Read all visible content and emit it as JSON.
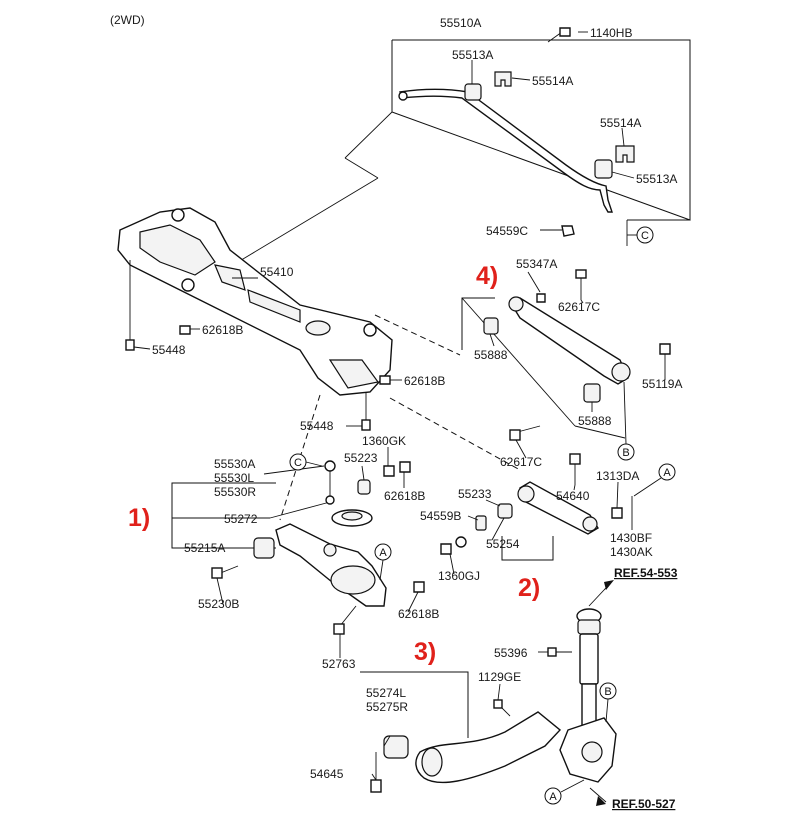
{
  "variant_label": "(2WD)",
  "groups": {
    "g1": "1)",
    "g2": "2)",
    "g3": "3)",
    "g4": "4)"
  },
  "refs": {
    "r1": "REF.54-553",
    "r2": "REF.50-527"
  },
  "circles": {
    "c1": "C",
    "c2": "C",
    "a1": "A",
    "a2": "A",
    "a3": "A",
    "b1": "B",
    "b2": "B"
  },
  "parts": {
    "p55510A": "55510A",
    "p1140HB": "1140HB",
    "p55513A_1": "55513A",
    "p55514A_1": "55514A",
    "p55514A_2": "55514A",
    "p55513A_2": "55513A",
    "p54559C": "54559C",
    "p55410": "55410",
    "p62618B_1": "62618B",
    "p55448_1": "55448",
    "p62618B_2": "62618B",
    "p55448_2": "55448",
    "p1360GK": "1360GK",
    "p55223": "55223",
    "p62618B_3": "62618B",
    "p55530A": "55530A",
    "p55530L": "55530L",
    "p55530R": "55530R",
    "p55272": "55272",
    "p55215A": "55215A",
    "p55230B": "55230B",
    "p62618B_4": "62618B",
    "p52763": "52763",
    "p55347A": "55347A",
    "p62617C_1": "62617C",
    "p55888_1": "55888",
    "p55119A": "55119A",
    "p55888_2": "55888",
    "p62617C_2": "62617C",
    "p1313DA": "1313DA",
    "p55233": "55233",
    "p54640": "54640",
    "p54559B": "54559B",
    "p55254": "55254",
    "p1430BF": "1430BF",
    "p1430AK": "1430AK",
    "p1360GJ": "1360GJ",
    "p55396": "55396",
    "p1129GE": "1129GE",
    "p55274L": "55274L",
    "p55275R": "55275R",
    "p54645": "54645"
  }
}
